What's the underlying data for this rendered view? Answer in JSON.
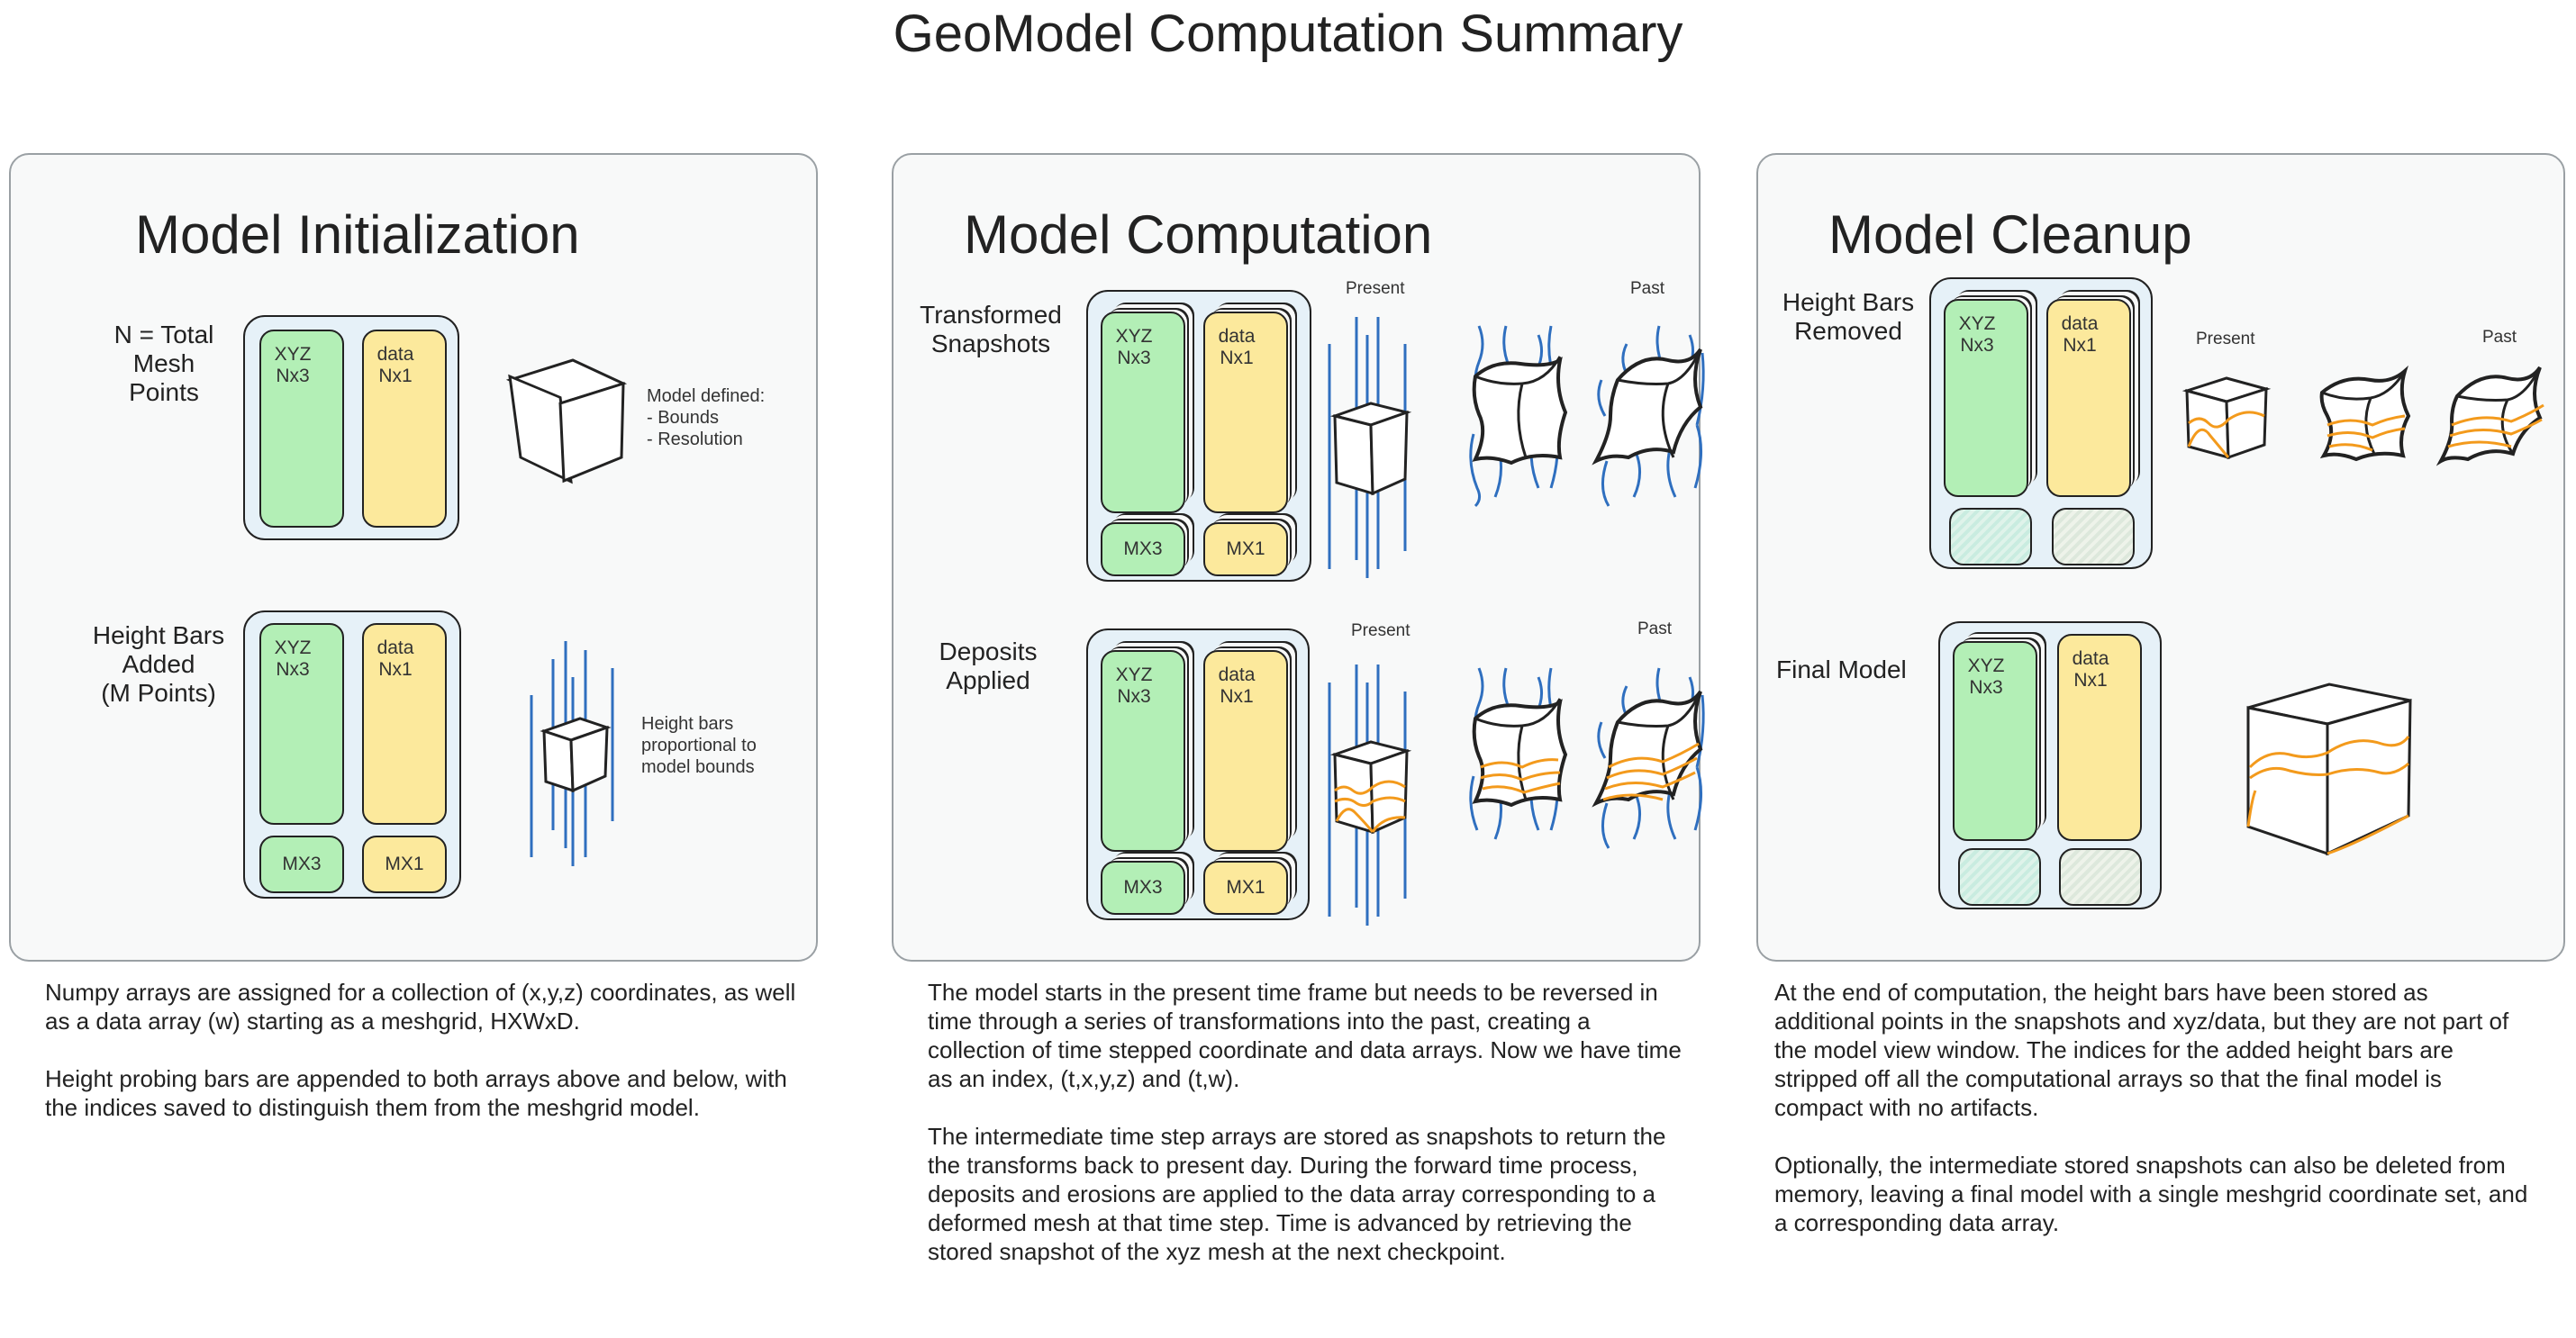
{
  "title": "GeoModel Computation Summary",
  "panels": [
    {
      "title": "Model Initialization",
      "rows": [
        {
          "label": "N = Total\nMesh\nPoints",
          "note": "Model defined:\n- Bounds\n- Resolution"
        },
        {
          "label": "Height Bars\nAdded\n(M Points)",
          "note": "Height bars\nproportional to\nmodel bounds"
        }
      ],
      "description": [
        "Numpy arrays are assigned for a collection of (x,y,z) coordinates, as well as a data array (w) starting as a meshgrid, HXWxD.",
        "Height probing bars are appended to both arrays above and below, with the indices saved to distinguish them from the meshgrid model."
      ]
    },
    {
      "title": "Model Computation",
      "rows": [
        {
          "label": "Transformed\nSnapshots",
          "present": "Present",
          "past": "Past"
        },
        {
          "label": "Deposits\nApplied",
          "present": "Present",
          "past": "Past"
        }
      ],
      "description": [
        "The model starts in the present time frame but needs to be reversed in time through a series of transformations into the past, creating a collection of time stepped coordinate and data arrays. Now we have time as an index, (t,x,y,z) and (t,w).",
        "The intermediate time step arrays are stored as snapshots to return the the transforms back to present day. During the forward time process, deposits and erosions are applied to the data array corresponding to a deformed mesh at that time step. Time is advanced by retrieving the stored snapshot of the xyz mesh at the next checkpoint."
      ]
    },
    {
      "title": "Model Cleanup",
      "rows": [
        {
          "label": "Height Bars\nRemoved",
          "present": "Present",
          "past": "Past"
        },
        {
          "label": "Final Model"
        }
      ],
      "description": [
        "At the end of computation, the height bars have been stored as additional points in the snapshots and xyz/data, but they are not part of the model view window. The indices for the added height bars are stripped off all the computational arrays so that the final model is compact with no artifacts.",
        "Optionally, the intermediate stored snapshots can also be deleted from memory, leaving a final model with a single meshgrid coordinate set, and a corresponding data array."
      ]
    }
  ],
  "arrays": {
    "xyz": "XYZ\nNx3",
    "data": "data\nNx1",
    "mx3": "MX3",
    "mx1": "MX1"
  },
  "colors": {
    "xyz": "#b3efb6",
    "data": "#fce99c",
    "container": "#e6f1f8",
    "bars": "#2f6fbf",
    "deposits": "#f39a1c"
  }
}
